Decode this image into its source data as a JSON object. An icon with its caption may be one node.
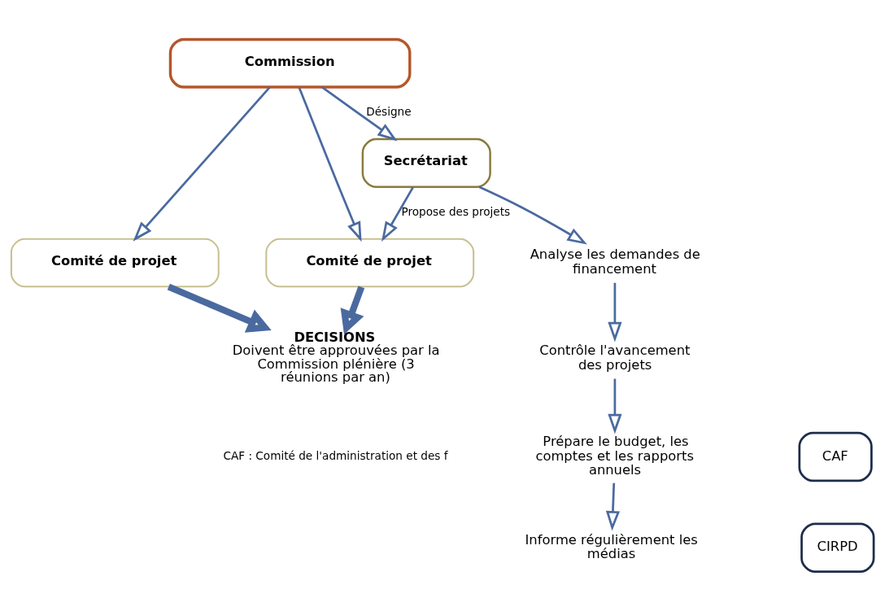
{
  "diagram": {
    "nodes": [
      {
        "text": [
          "Commission"
        ]
      },
      {
        "text": [
          "Secrétariat"
        ]
      },
      {
        "text": [
          "Comité de projet"
        ]
      },
      {
        "text": [
          "Comité de projet"
        ]
      },
      {
        "text": [
          "DECISIONS",
          "Doivent être approuvées par la Commission plénière (3 réunions par an)"
        ]
      },
      {
        "text": [
          "Analyse les demandes de financement"
        ]
      },
      {
        "text": [
          "Contrôle l'avancement des projets"
        ]
      },
      {
        "text": [
          "Prépare le budget, les comptes et les rapports annuels"
        ]
      },
      {
        "text": [
          "CAF"
        ]
      },
      {
        "text": [
          "Informe régulièrement les médias"
        ]
      },
      {
        "text": [
          "CIRPD"
        ]
      }
    ],
    "edges": [
      {
        "from": 0,
        "to": 2,
        "arrow": "to"
      },
      {
        "from": 0,
        "to": 3,
        "arrow": "to"
      },
      {
        "from": 0,
        "to": 1,
        "arrow": "to",
        "label": "Désigne"
      },
      {
        "from": 1,
        "to": 3,
        "arrow": "to",
        "label": "Propose des projets"
      },
      {
        "from": 2,
        "to": 4,
        "arrow": "to",
        "style": "thick"
      },
      {
        "from": 3,
        "to": 4,
        "arrow": "to",
        "style": "thick"
      },
      {
        "from": 1,
        "to": 5,
        "arrow": "to"
      },
      {
        "from": 5,
        "to": 6,
        "arrow": "to"
      },
      {
        "from": 6,
        "to": 7,
        "arrow": "to"
      },
      {
        "from": 7,
        "to": 9,
        "arrow": "to"
      }
    ],
    "labels": [
      "CAF : Comité de l'administration et des f"
    ]
  }
}
